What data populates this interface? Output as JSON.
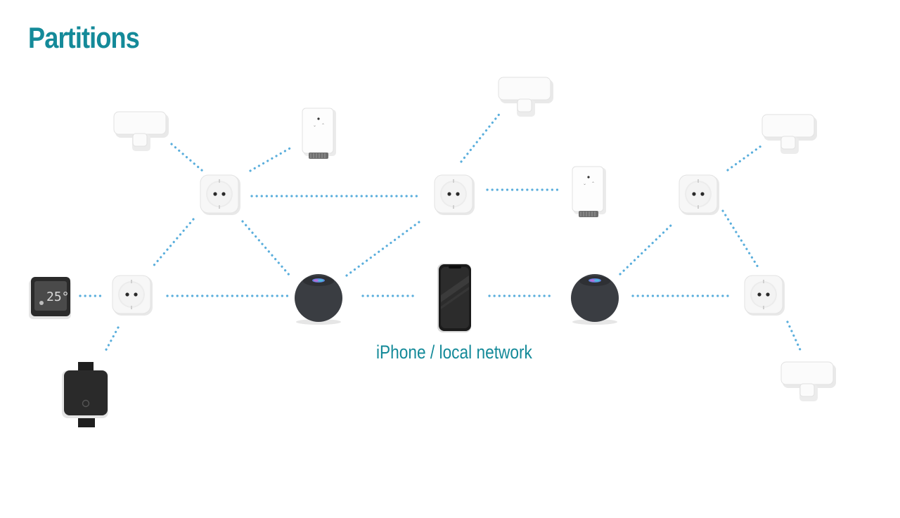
{
  "title": "Partitions",
  "caption": "iPhone / local network",
  "colors": {
    "accent": "#148a99",
    "link": "#5aaedc"
  },
  "devices": {
    "display": {
      "icon": "thermo-display-icon",
      "reading": "25°"
    }
  }
}
